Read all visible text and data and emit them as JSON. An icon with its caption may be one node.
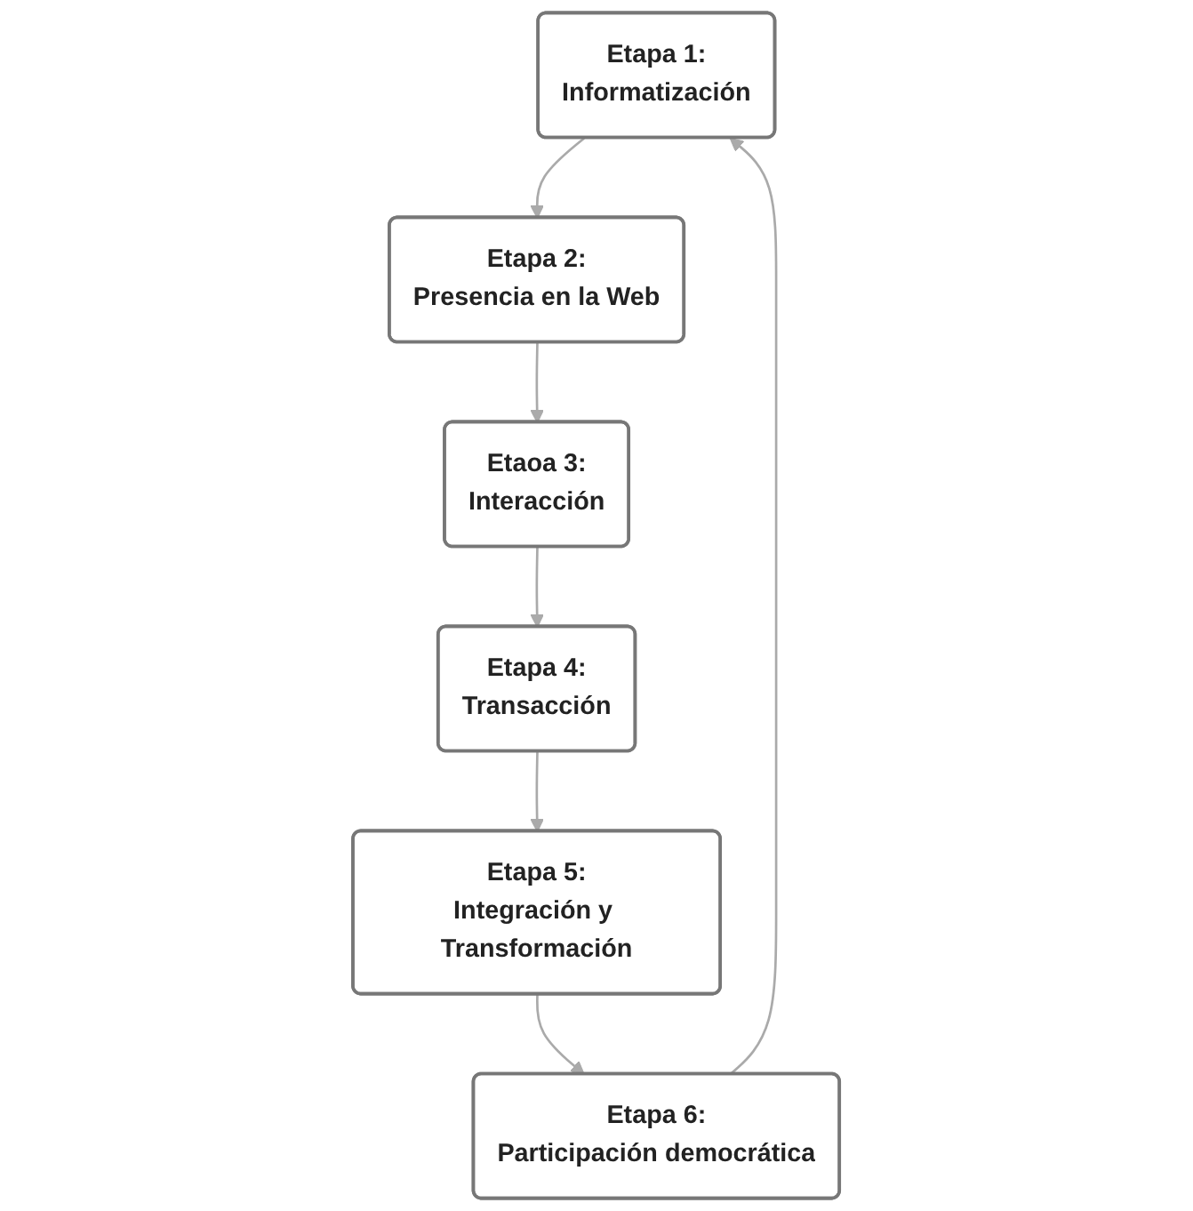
{
  "diagram": {
    "nodes": [
      {
        "text": [
          "Etapa 1:",
          "Informatización"
        ]
      },
      {
        "text": [
          "Etapa 2:",
          "Presencia en la Web"
        ]
      },
      {
        "text": [
          "Etaoa 3:",
          "Interacción"
        ]
      },
      {
        "text": [
          "Etapa 4:",
          "Transacción"
        ]
      },
      {
        "text": [
          "Etapa 5:",
          "Integración y Transformación"
        ]
      },
      {
        "text": [
          "Etapa 6:",
          "Participación democrática"
        ]
      }
    ],
    "edges": [
      {
        "from": 0,
        "to": 1,
        "arrow": "to"
      },
      {
        "from": 1,
        "to": 2,
        "arrow": "to"
      },
      {
        "from": 2,
        "to": 3,
        "arrow": "to"
      },
      {
        "from": 3,
        "to": 4,
        "arrow": "to"
      },
      {
        "from": 4,
        "to": 5,
        "arrow": "to"
      },
      {
        "from": 5,
        "to": 0,
        "arrow": "to"
      }
    ]
  }
}
